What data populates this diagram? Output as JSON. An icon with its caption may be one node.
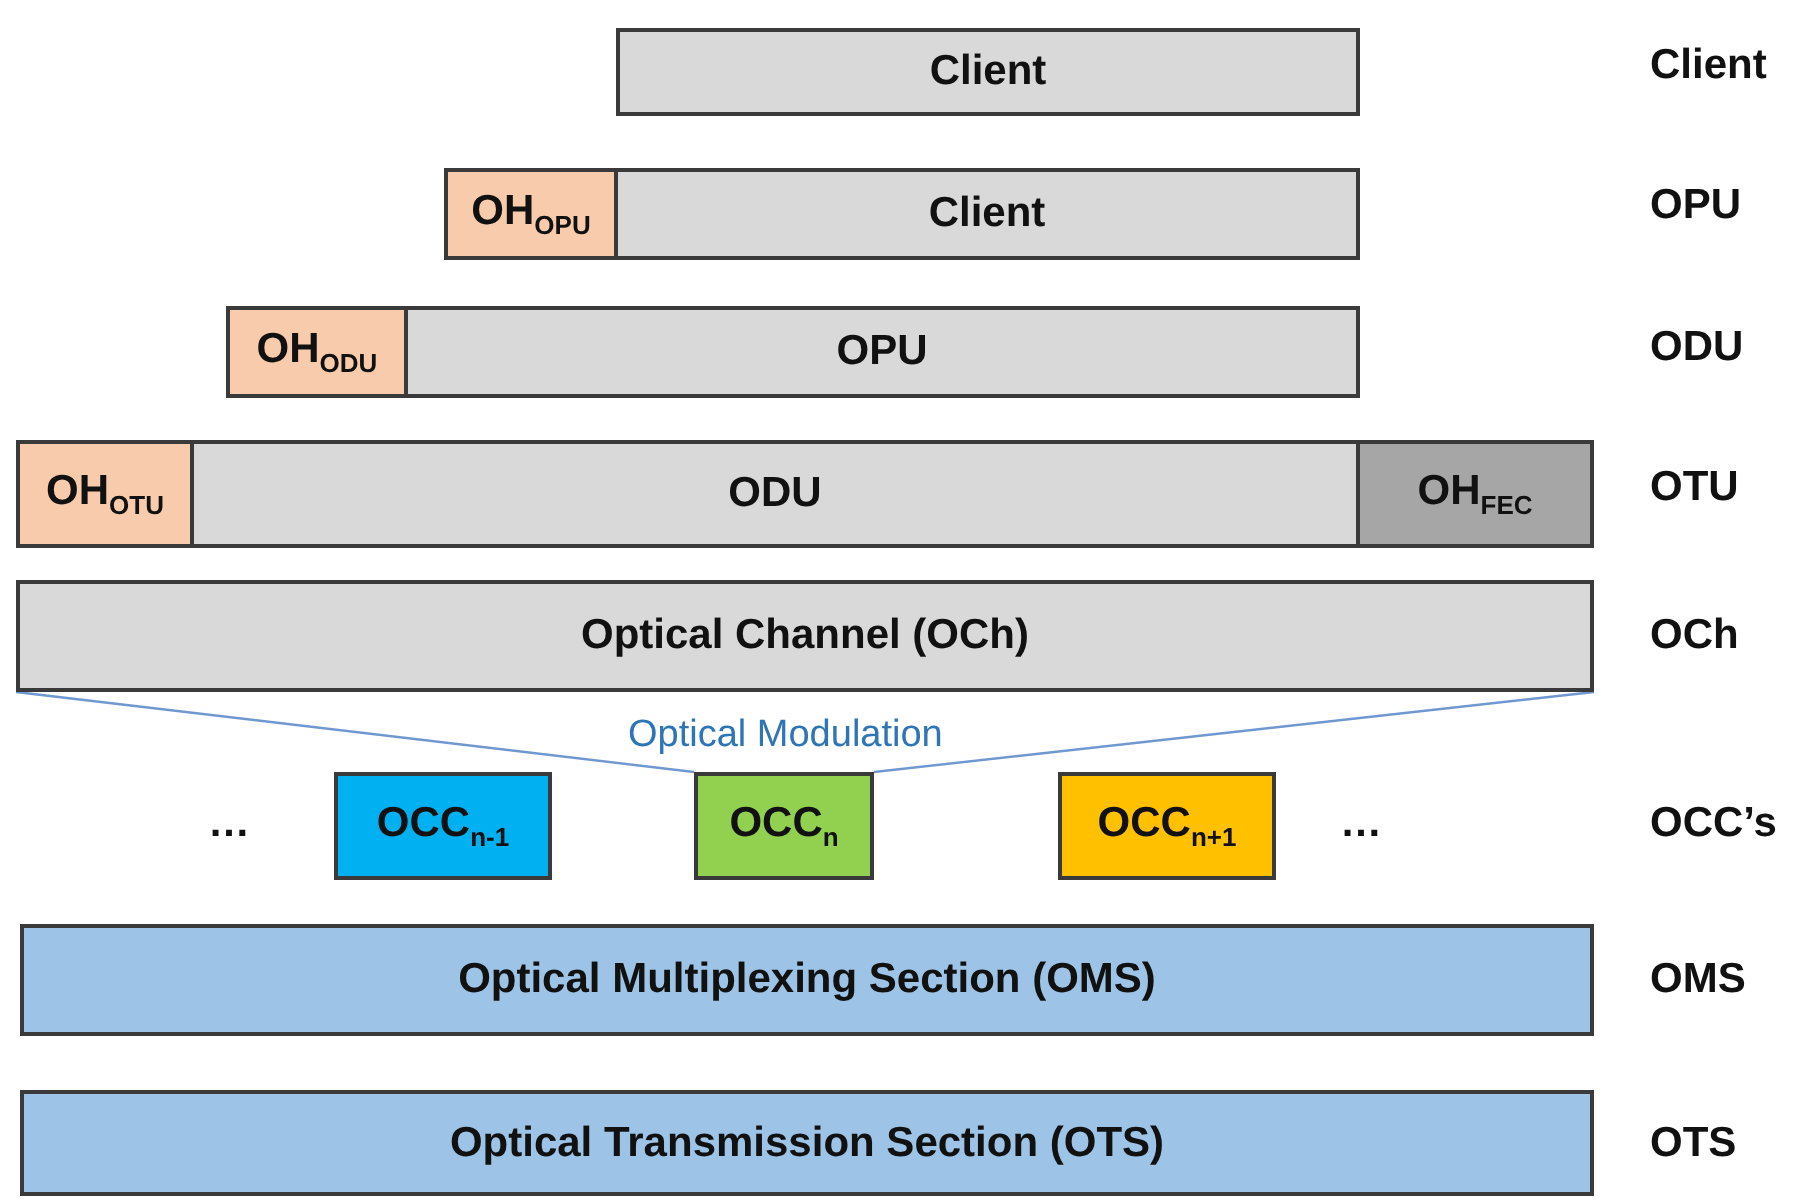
{
  "diagram": {
    "nodes": [
      {
        "text": [
          "Client"
        ]
      },
      {
        "text": [
          "OH$_{OPU}$"
        ]
      },
      {
        "text": [
          "Client"
        ]
      },
      {
        "text": [
          "OH$_{ODU}$"
        ]
      },
      {
        "text": [
          "OPU"
        ]
      },
      {
        "text": [
          "OH$_{OTU}$"
        ]
      },
      {
        "text": [
          "ODU"
        ]
      },
      {
        "text": [
          "OH$_{FEC}$"
        ]
      },
      {
        "text": [
          "Optical Channel (OCh)"
        ]
      },
      {
        "text": [
          "OCC$_{n-1}$"
        ]
      },
      {
        "text": [
          "OCC$_{n}$"
        ]
      },
      {
        "text": [
          "OCC$_{n+1}$"
        ]
      },
      {
        "text": [
          "Optical Multiplexing Section (OMS)"
        ]
      },
      {
        "text": [
          "Optical Transmission Section (OTS)"
        ]
      }
    ],
    "edges": [
      {
        "from": 8,
        "to": 10,
        "arrow": "none"
      },
      {
        "from": 8,
        "to": 10,
        "arrow": "none"
      }
    ],
    "labels": [
      "Client",
      "OPU",
      "ODU",
      "OTU",
      "OCh",
      "Optical Modulation",
      "…",
      "…",
      "OCC’s",
      "OMS",
      "OTS"
    ]
  }
}
